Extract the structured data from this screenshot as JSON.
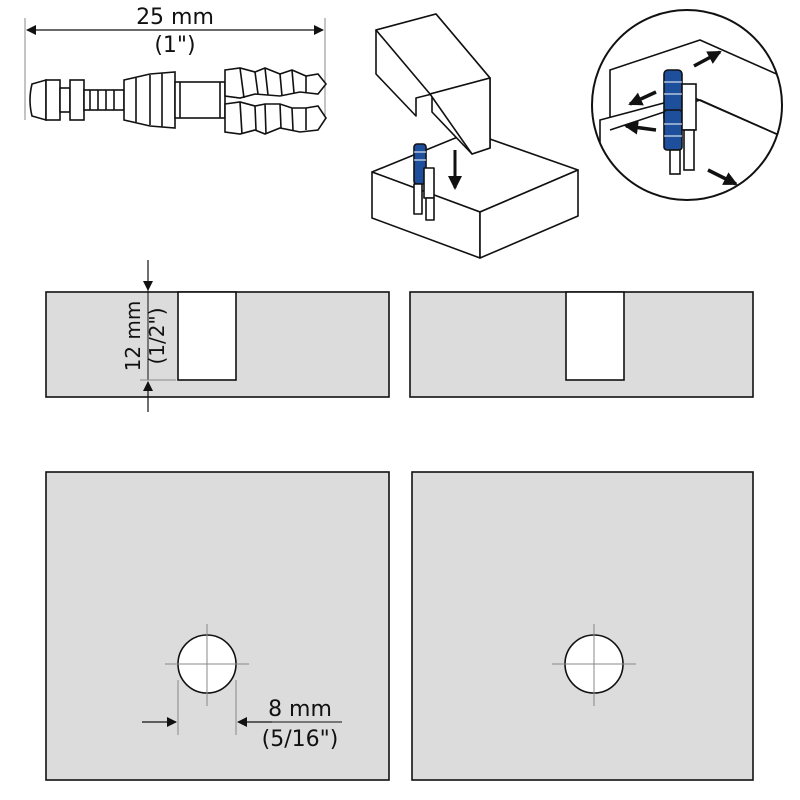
{
  "dimensions": {
    "length": {
      "metric": "25 mm",
      "imperial": "(1\")"
    },
    "depth": {
      "metric": "12 mm",
      "imperial": "(1/2\")"
    },
    "diameter": {
      "metric": "8 mm",
      "imperial": "(5/16\")"
    }
  },
  "colors": {
    "panel_fill": "#dcdcdc",
    "outline": "#111111",
    "fitting_blue": "#1e4f9c",
    "fitting_white": "#ffffff"
  }
}
